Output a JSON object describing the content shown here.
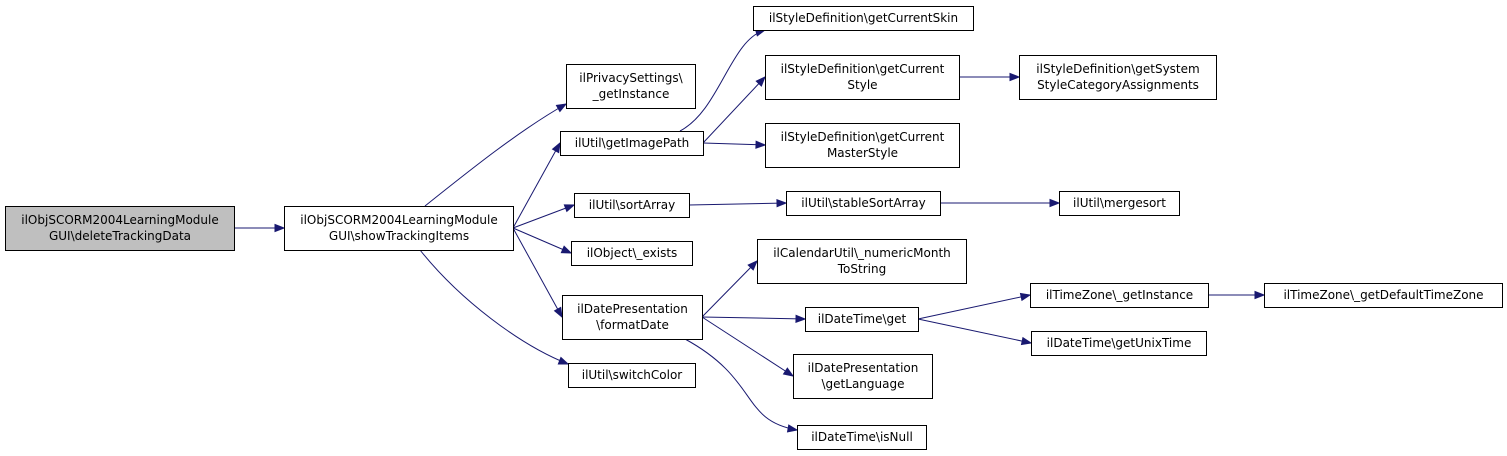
{
  "diagram": {
    "nodes": [
      {
        "id": "root",
        "lines": [
          "ilObjSCORM2004LearningModule",
          "GUI\\deleteTrackingData"
        ],
        "root": true
      },
      {
        "id": "show",
        "lines": [
          "ilObjSCORM2004LearningModule",
          "GUI\\showTrackingItems"
        ]
      },
      {
        "id": "priv",
        "lines": [
          "ilPrivacySettings\\",
          "_getInstance"
        ]
      },
      {
        "id": "img",
        "lines": [
          "ilUtil\\getImagePath"
        ]
      },
      {
        "id": "sort",
        "lines": [
          "ilUtil\\sortArray"
        ]
      },
      {
        "id": "exists",
        "lines": [
          "ilObject\\_exists"
        ]
      },
      {
        "id": "fmt",
        "lines": [
          "ilDatePresentation",
          "\\formatDate"
        ]
      },
      {
        "id": "switch",
        "lines": [
          "ilUtil\\switchColor"
        ]
      },
      {
        "id": "skin",
        "lines": [
          "ilStyleDefinition\\getCurrentSkin"
        ]
      },
      {
        "id": "style",
        "lines": [
          "ilStyleDefinition\\getCurrent",
          "Style"
        ]
      },
      {
        "id": "master",
        "lines": [
          "ilStyleDefinition\\getCurrent",
          "MasterStyle"
        ]
      },
      {
        "id": "syscat",
        "lines": [
          "ilStyleDefinition\\getSystem",
          "StyleCategoryAssignments"
        ]
      },
      {
        "id": "stable",
        "lines": [
          "ilUtil\\stableSortArray"
        ]
      },
      {
        "id": "merge",
        "lines": [
          "ilUtil\\mergesort"
        ]
      },
      {
        "id": "cal",
        "lines": [
          "ilCalendarUtil\\_numericMonth",
          "ToString"
        ]
      },
      {
        "id": "dtget",
        "lines": [
          "ilDateTime\\get"
        ]
      },
      {
        "id": "lang",
        "lines": [
          "ilDatePresentation",
          "\\getLanguage"
        ]
      },
      {
        "id": "isnull",
        "lines": [
          "ilDateTime\\isNull"
        ]
      },
      {
        "id": "tzinst",
        "lines": [
          "ilTimeZone\\_getInstance"
        ]
      },
      {
        "id": "tzdef",
        "lines": [
          "ilTimeZone\\_getDefaultTimeZone"
        ]
      },
      {
        "id": "unix",
        "lines": [
          "ilDateTime\\getUnixTime"
        ]
      }
    ],
    "edges": [
      {
        "from": "root",
        "to": "show"
      },
      {
        "from": "show",
        "to": "priv"
      },
      {
        "from": "show",
        "to": "img"
      },
      {
        "from": "show",
        "to": "sort"
      },
      {
        "from": "show",
        "to": "exists"
      },
      {
        "from": "show",
        "to": "fmt"
      },
      {
        "from": "show",
        "to": "switch"
      },
      {
        "from": "img",
        "to": "skin"
      },
      {
        "from": "img",
        "to": "style"
      },
      {
        "from": "img",
        "to": "master"
      },
      {
        "from": "style",
        "to": "syscat"
      },
      {
        "from": "sort",
        "to": "stable"
      },
      {
        "from": "stable",
        "to": "merge"
      },
      {
        "from": "fmt",
        "to": "cal"
      },
      {
        "from": "fmt",
        "to": "dtget"
      },
      {
        "from": "fmt",
        "to": "lang"
      },
      {
        "from": "fmt",
        "to": "isnull"
      },
      {
        "from": "dtget",
        "to": "tzinst"
      },
      {
        "from": "dtget",
        "to": "unix"
      },
      {
        "from": "tzinst",
        "to": "tzdef"
      }
    ]
  }
}
